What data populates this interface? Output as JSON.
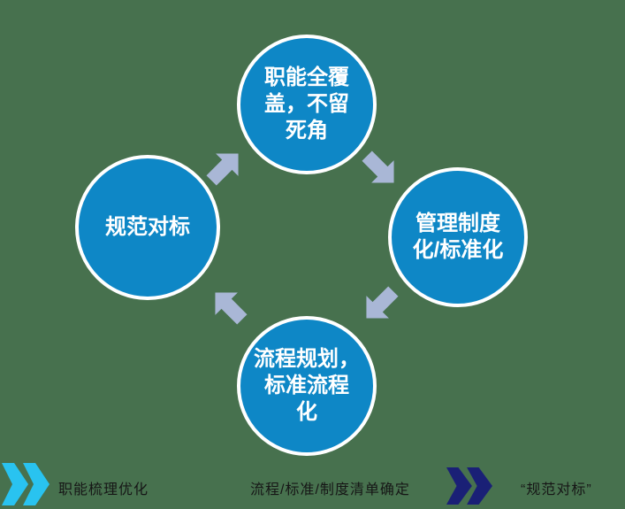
{
  "colors": {
    "background": "#47714e",
    "circle_fill": "#0e87c6",
    "circle_border": "#ffffff",
    "circle_text": "#ffffff",
    "arrow_fill": "#a9b7d6",
    "chevron_cyan": "#29c3f0",
    "chevron_navy": "#1a2076",
    "footer_text": "#161616"
  },
  "circles": {
    "top": {
      "label": "职能全覆\n盖，不留\n死角"
    },
    "right": {
      "label": "管理制度\n化/标准化"
    },
    "bottom": {
      "label": "流程规划，\n标准流程\n化"
    },
    "left": {
      "label": "规范对标"
    }
  },
  "arrows": [
    {
      "icon": "cycle-arrow-ne-icon",
      "direction": "left-to-top"
    },
    {
      "icon": "cycle-arrow-se-icon",
      "direction": "top-to-right"
    },
    {
      "icon": "cycle-arrow-sw-icon",
      "direction": "right-to-bottom"
    },
    {
      "icon": "cycle-arrow-nw-icon",
      "direction": "bottom-to-left"
    }
  ],
  "footer": {
    "items": [
      {
        "icon": "double-chevron-right-cyan-icon",
        "label": "职能梳理优化"
      },
      {
        "label": "流程/标准/制度清单确定"
      },
      {
        "icon": "double-chevron-right-navy-icon",
        "label": "“规范对标”"
      }
    ]
  }
}
